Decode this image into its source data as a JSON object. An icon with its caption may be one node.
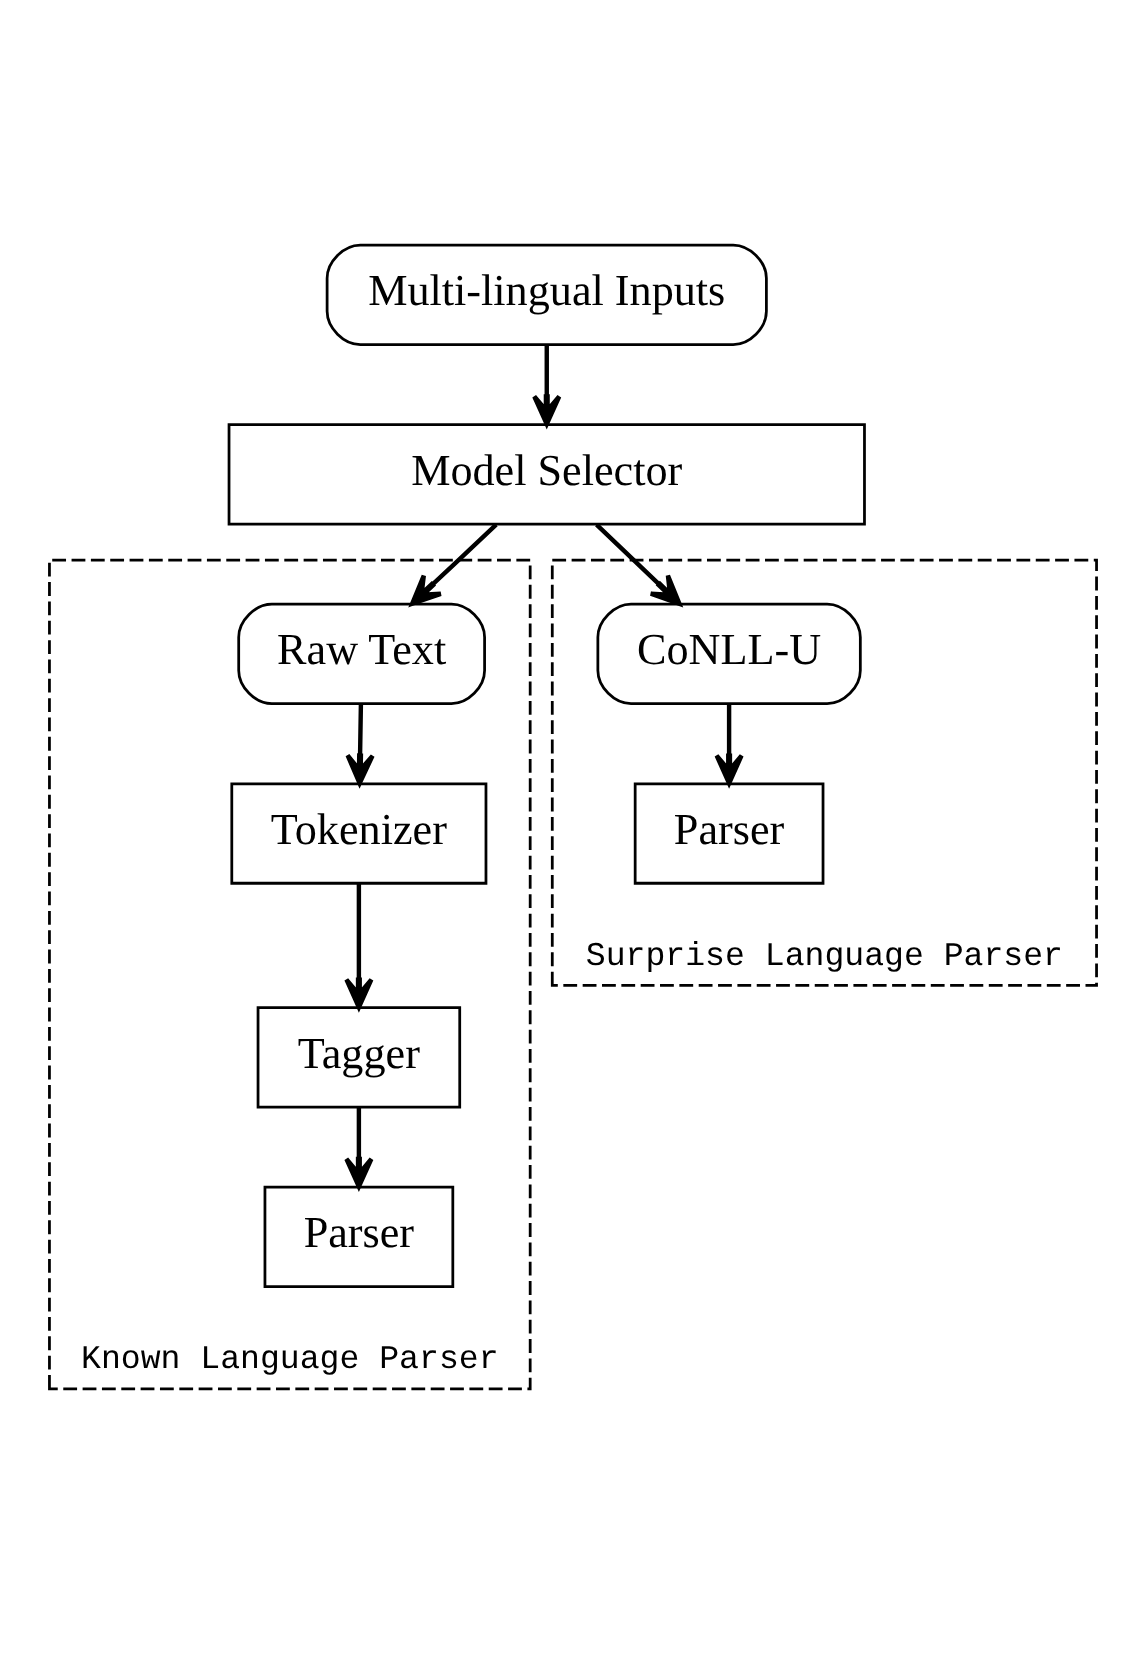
{
  "diagram": {
    "nodes": [
      {
        "text": [
          "Multi-lingual Inputs"
        ]
      },
      {
        "text": [
          "Model Selector"
        ]
      },
      {
        "text": [
          "Known Language Parser"
        ]
      },
      {
        "text": [
          "Raw Text"
        ],
        "in": 2
      },
      {
        "text": [
          "Tokenizer"
        ],
        "in": 2
      },
      {
        "text": [
          "Tagger"
        ],
        "in": 2
      },
      {
        "text": [
          "Parser"
        ],
        "in": 2
      },
      {
        "text": [
          "Surprise Language Parser"
        ]
      },
      {
        "text": [
          "CoNLL-U"
        ],
        "in": 7
      },
      {
        "text": [
          "Parser"
        ],
        "in": 7
      }
    ],
    "edges": [
      {
        "from": 0,
        "to": 1,
        "arrow": "to"
      },
      {
        "from": 1,
        "to": 3,
        "arrow": "to"
      },
      {
        "from": 3,
        "to": 4,
        "arrow": "to"
      },
      {
        "from": 4,
        "to": 5,
        "arrow": "to"
      },
      {
        "from": 5,
        "to": 6,
        "arrow": "to"
      },
      {
        "from": 1,
        "to": 8,
        "arrow": "to"
      },
      {
        "from": 8,
        "to": 9,
        "arrow": "to"
      }
    ]
  }
}
